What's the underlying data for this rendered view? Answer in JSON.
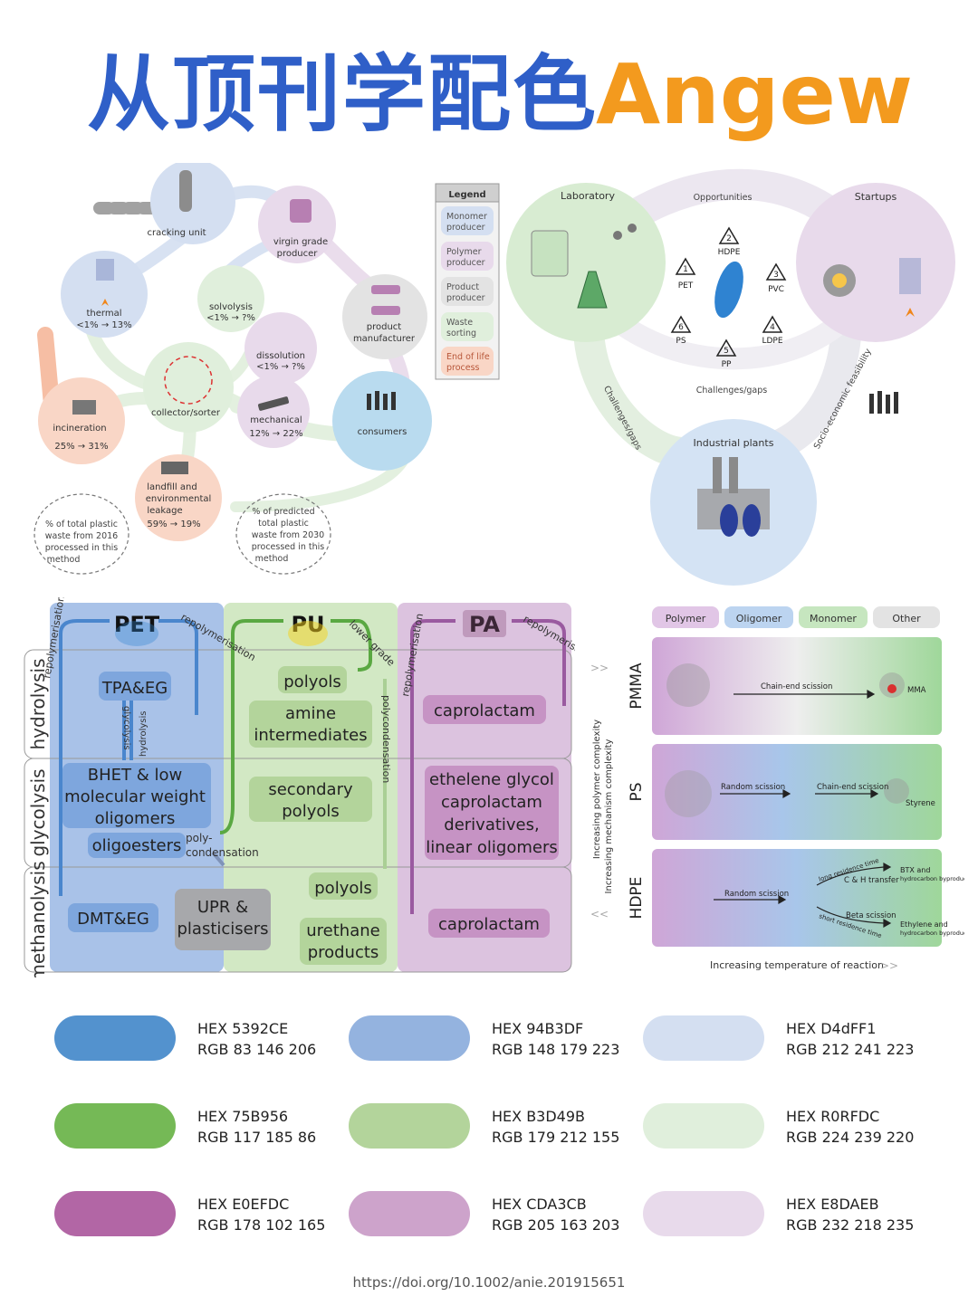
{
  "header": {
    "title_cn": "从顶刊学配色",
    "title_en": "Angew"
  },
  "cycle_diagram": {
    "nodes": {
      "cracking": "cracking unit",
      "virgin": [
        "virgin grade",
        "producer"
      ],
      "thermal": "thermal",
      "thermal_val": "<1% → 13%",
      "solvolysis": "solvolysis",
      "solvolysis_val": "<1% → ?%",
      "dissolution": "dissolution",
      "dissolution_val": "<1% → ?%",
      "product": [
        "product",
        "manufacturer"
      ],
      "collector": "collector/sorter",
      "mechanical": "mechanical",
      "mechanical_val": "12% → 22%",
      "incineration": "incineration",
      "incineration_val": "25% → 31%",
      "consumers": "consumers",
      "landfill": [
        "landfill and",
        "environmental",
        "leakage"
      ],
      "landfill_val": "59% → 19%",
      "note2016": [
        "% of total plastic",
        "waste from 2016",
        "processed in this",
        "method"
      ],
      "note2030": [
        "% of predicted",
        "total plastic",
        "waste from 2030",
        "processed in this",
        "method"
      ]
    },
    "legend": {
      "title": "Legend",
      "items": [
        {
          "label": [
            "Monomer",
            "producer"
          ],
          "color": "#d4e0f1"
        },
        {
          "label": [
            "Polymer",
            "producer"
          ],
          "color": "#e8daeb"
        },
        {
          "label": [
            "Product",
            "producer"
          ],
          "color": "#e3e3e3"
        },
        {
          "label": [
            "Waste",
            "sorting"
          ],
          "color": "#e0efdc"
        },
        {
          "label": [
            "End of life",
            "process"
          ],
          "color": "#f9d6c6"
        }
      ]
    }
  },
  "lab_diagram": {
    "laboratory": "Laboratory",
    "startups": "Startups",
    "industrial": "Industrial plants",
    "opportunities": "Opportunities",
    "challenges_gaps": "Challenges/gaps",
    "challenges_left": "Challenges/gaps",
    "socio": "Socio-economic feasibility",
    "recycle_codes": [
      {
        "num": "2",
        "name": "HDPE"
      },
      {
        "num": "1",
        "name": "PET"
      },
      {
        "num": "3",
        "name": "PVC"
      },
      {
        "num": "6",
        "name": "PS"
      },
      {
        "num": "4",
        "name": "LDPE"
      },
      {
        "num": "5",
        "name": "PP"
      }
    ]
  },
  "process_table": {
    "columns": [
      "PET",
      "PU",
      "PA"
    ],
    "rows": [
      "hydrolysis",
      "glycolysis",
      "methanolysis"
    ],
    "arrows": {
      "repolym_left": "repolymerisation",
      "repolym_right": "repolymerisation",
      "pa_repolym_left": "repolymerisation",
      "pa_repolym_right": "repolymerisation",
      "lower_grade": "lower grade",
      "polycondensation": "polycondensation",
      "glycolysis": "glycolysis",
      "hydrolysis": "hydrolysis",
      "poly": "poly-",
      "condensation": "condensation"
    },
    "cells": {
      "tpa": "TPA&EG",
      "bhet": [
        "BHET & low",
        "molecular weight",
        "oligomers"
      ],
      "oligoesters": "oligoesters",
      "dmt": "DMT&EG",
      "upr": [
        "UPR &",
        "plasticisers"
      ],
      "pu_polyols1": "polyols",
      "amine": [
        "amine",
        "intermediates"
      ],
      "secondary": [
        "secondary",
        "polyols"
      ],
      "pu_polyols2": "polyols",
      "urethane": [
        "urethane",
        "products"
      ],
      "capro1": "caprolactam",
      "ethelene": [
        "ethelene glycol",
        "caprolactam",
        "derivatives,",
        "linear oligomers"
      ],
      "capro2": "caprolactam"
    }
  },
  "scission_panel": {
    "legend": [
      "Polymer",
      "Oligomer",
      "Monomer",
      "Other"
    ],
    "rows": [
      "PMMA",
      "PS",
      "HDPE"
    ],
    "axis_y1": "Increasing polymer complexity",
    "axis_y2": "Increasing mechanism complexity",
    "axis_x": "Increasing temperature of reaction",
    "labels": {
      "pmma_scission": "Chain-end scission",
      "mma": "MMA",
      "ps_random": "Random scission",
      "ps_chainend": "Chain-end scission",
      "styrene": "Styrene",
      "hdpe_random": "Random scission",
      "long_res": "long residence time",
      "ch_transfer": "C & H transfer",
      "btx": "BTX and",
      "btx2": "hydrocarbon byproducts",
      "beta": "Beta scission",
      "short_res": "short residence time",
      "ethylene": "Ethylene and",
      "ethylene2": "hydrocarbon byproducts"
    }
  },
  "palette": [
    {
      "hex": "HEX 5392CE",
      "rgb": "RGB 83 146 206",
      "color": "#5392ce"
    },
    {
      "hex": "HEX 94B3DF",
      "rgb": "RGB 148 179 223",
      "color": "#94b3df"
    },
    {
      "hex": "HEX D4dFF1",
      "rgb": "RGB 212 241 223",
      "color": "#d4dff1"
    },
    {
      "hex": "HEX 75B956",
      "rgb": "RGB 117 185 86",
      "color": "#75b956"
    },
    {
      "hex": "HEX B3D49B",
      "rgb": "RGB 179 212 155",
      "color": "#b3d49b"
    },
    {
      "hex": "HEX R0RFDC",
      "rgb": "RGB 224 239 220",
      "color": "#e0efdc"
    },
    {
      "hex": "HEX E0EFDC",
      "rgb": "RGB 178 102 165",
      "color": "#b266a5"
    },
    {
      "hex": "HEX CDA3CB",
      "rgb": "RGB 205 163 203",
      "color": "#cda3cb"
    },
    {
      "hex": "HEX E8DAEB",
      "rgb": "RGB 232 218 235",
      "color": "#e8daeb"
    }
  ],
  "footer": {
    "doi": "https://doi.org/10.1002/anie.201915651"
  }
}
